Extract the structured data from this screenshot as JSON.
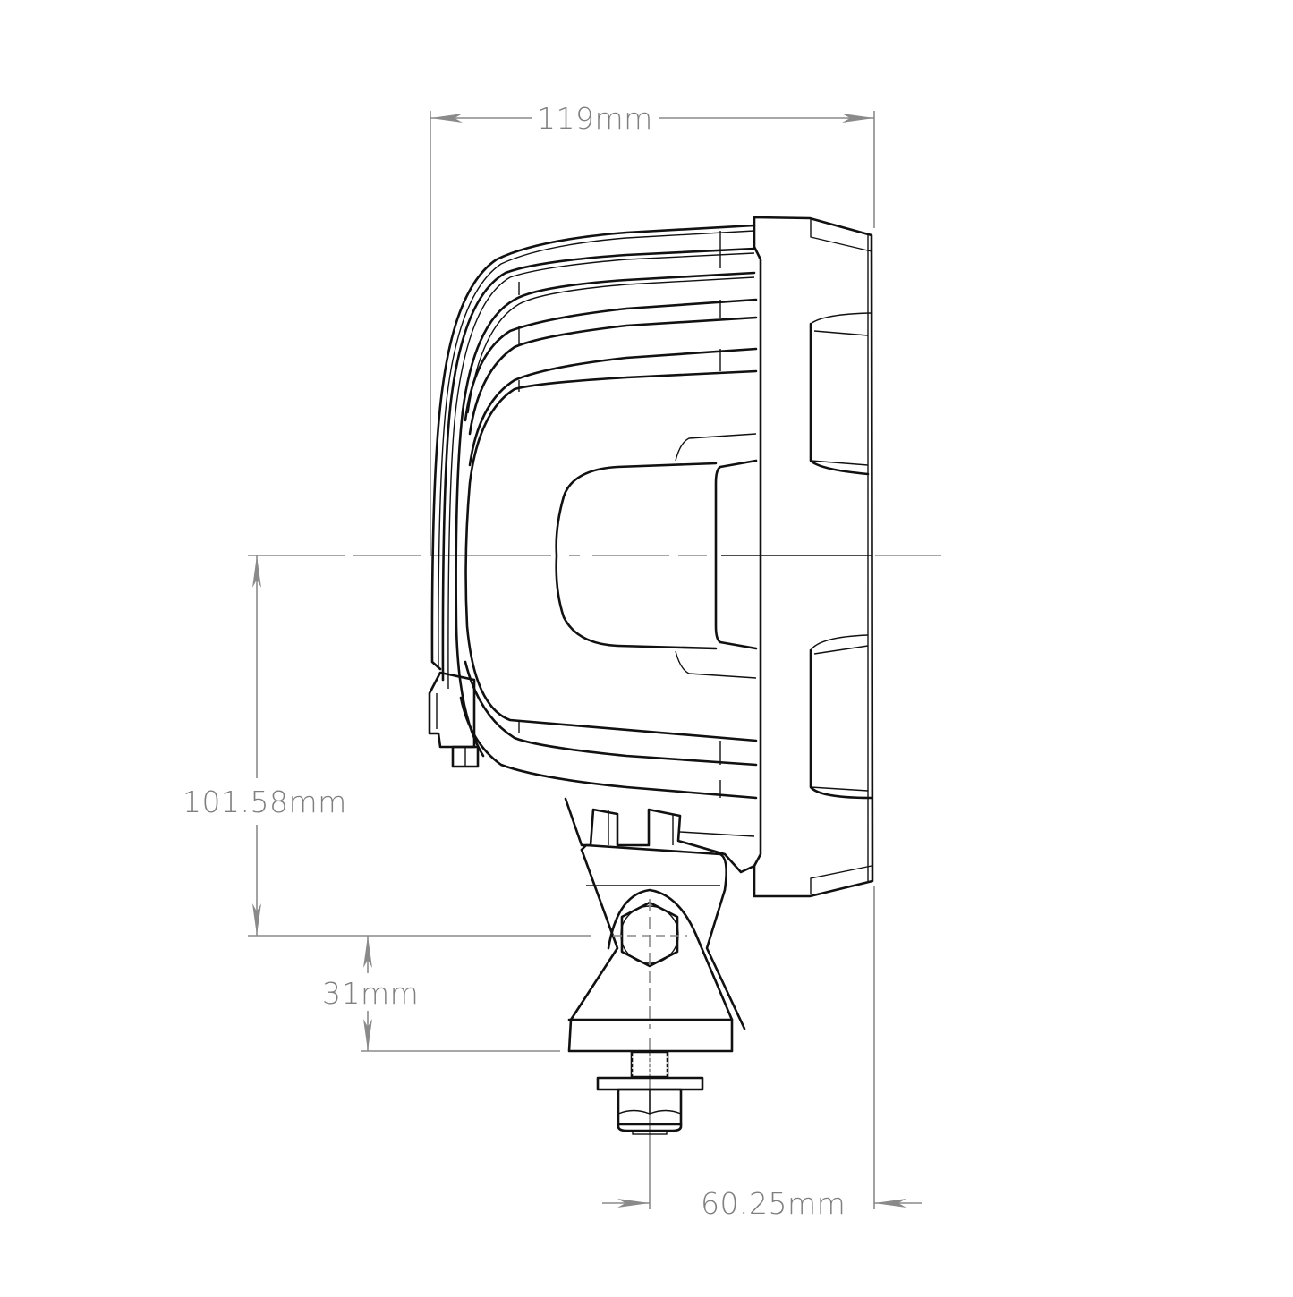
{
  "drawing": {
    "title": "Work lamp side view dimension drawing",
    "colors": {
      "outline": "#111111",
      "dimension_line": "#8a8a8a",
      "dimension_text": "#7f7f7f",
      "background": "#ffffff"
    },
    "dimensions": {
      "overall_depth": {
        "label": "119mm",
        "value": 119,
        "unit": "mm",
        "orientation": "horizontal"
      },
      "center_to_pivot": {
        "label": "101.58mm",
        "value": 101.58,
        "unit": "mm",
        "orientation": "vertical"
      },
      "pivot_to_base": {
        "label": "31mm",
        "value": 31,
        "unit": "mm",
        "orientation": "vertical"
      },
      "bolt_to_face": {
        "label": "60.25mm",
        "value": 60.25,
        "unit": "mm",
        "orientation": "horizontal"
      }
    }
  }
}
